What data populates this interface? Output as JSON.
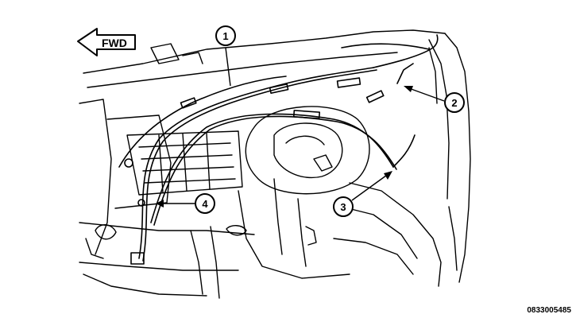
{
  "direction_label": "FWD",
  "figure_id": "0833005485",
  "callouts": [
    "1",
    "2",
    "3",
    "4"
  ],
  "icons": {
    "direction": "forward-arrow-icon"
  }
}
